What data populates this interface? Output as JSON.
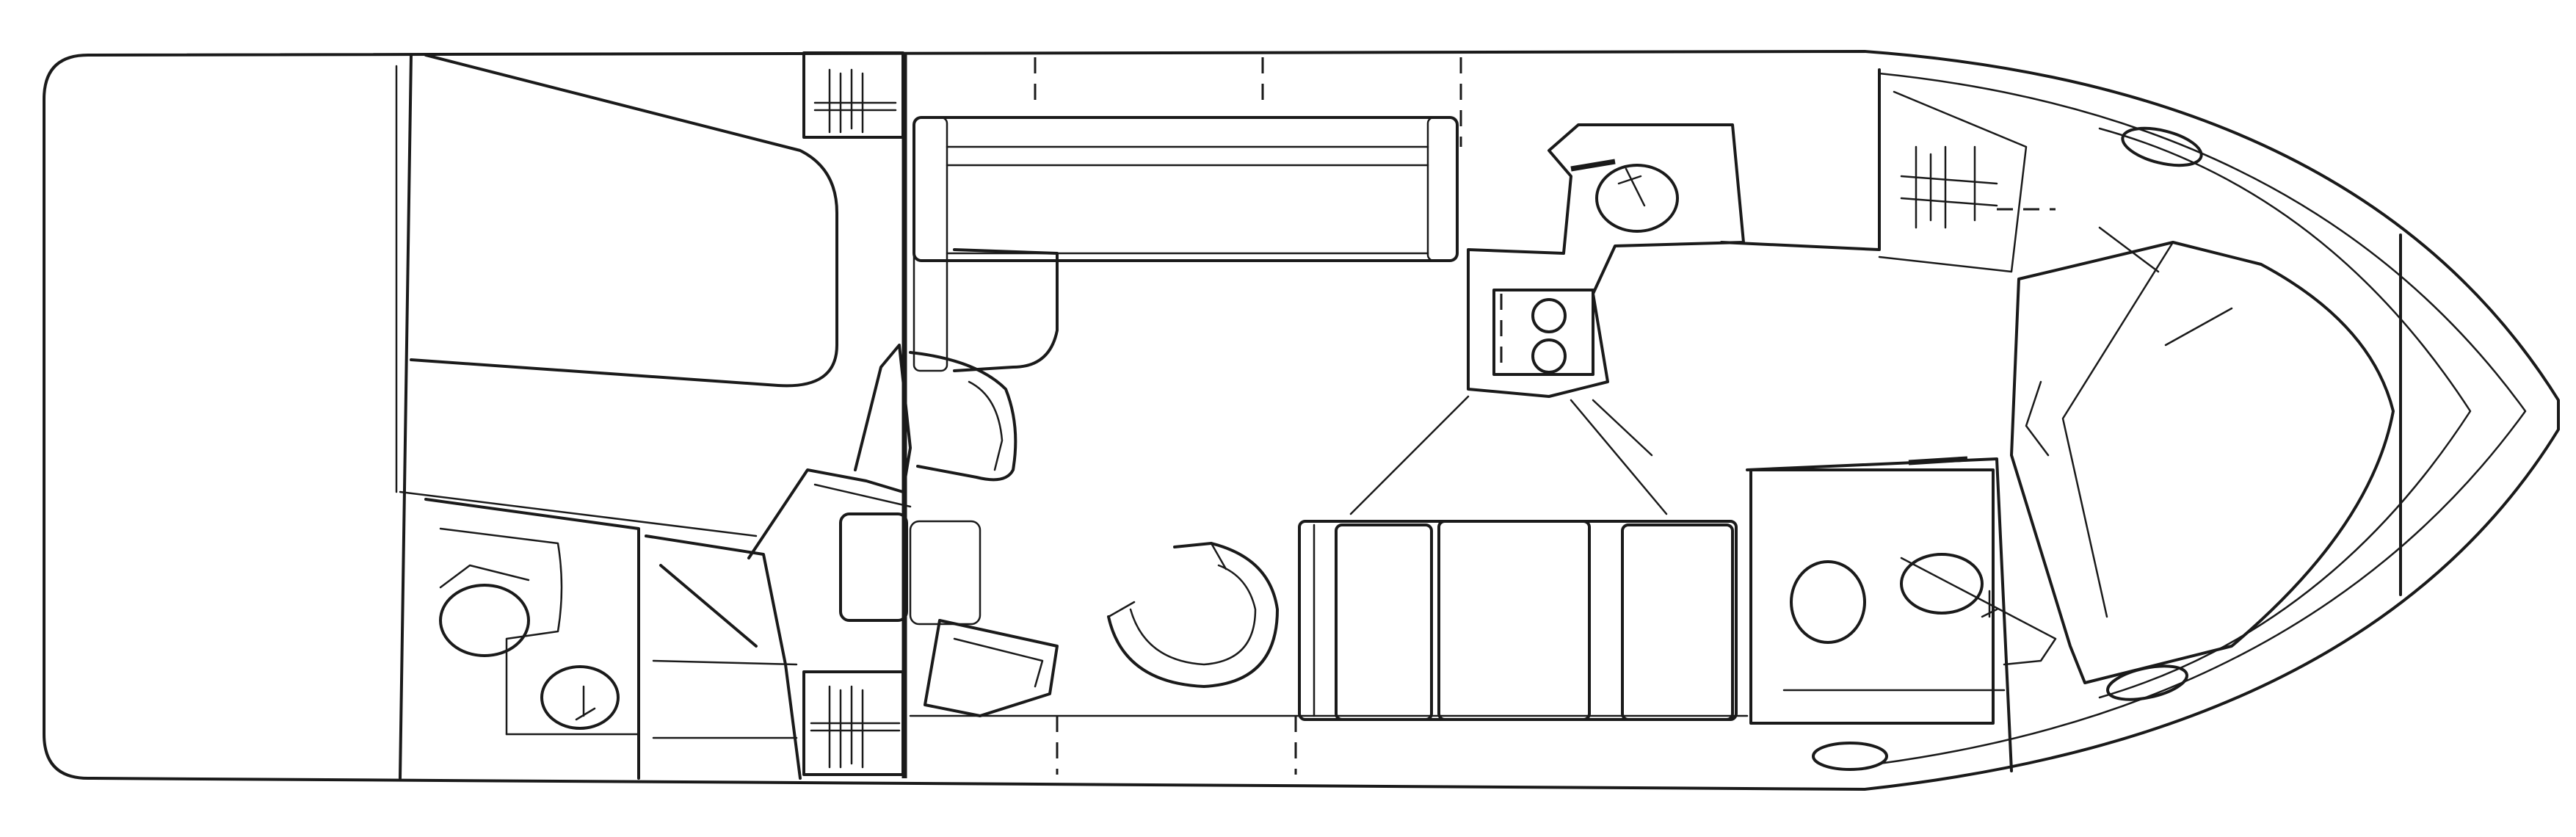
{
  "drawing": {
    "kind": "boat-deck-plan",
    "view": "top",
    "orientation": "bow-right",
    "line_color": "#1a1a1a",
    "background": "#ffffff"
  },
  "labels": []
}
